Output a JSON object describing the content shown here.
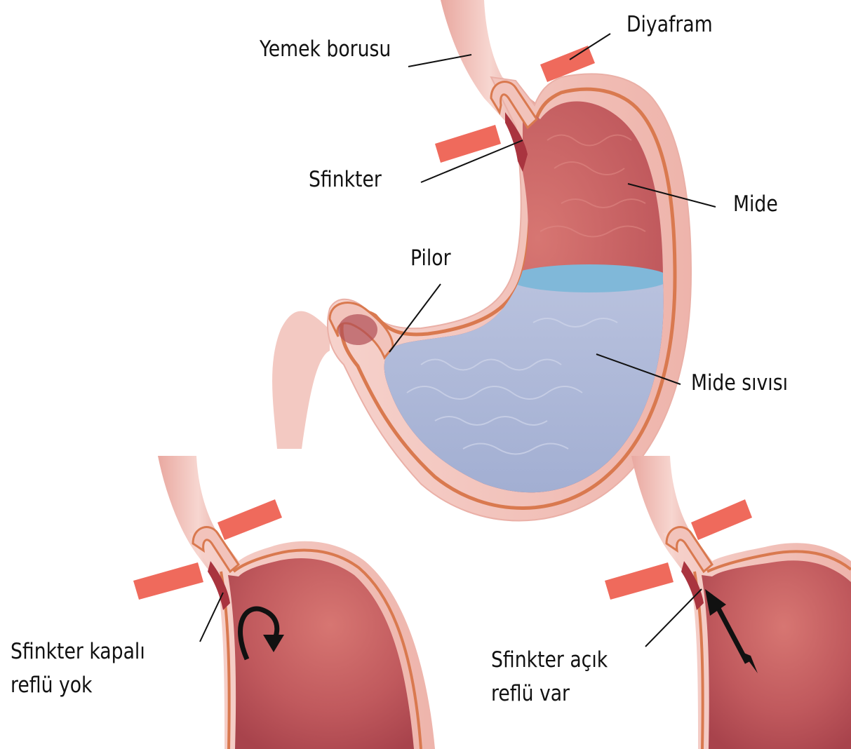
{
  "labels": {
    "esophagus": "Yemek borusu",
    "diaphragm": "Diyafram",
    "sphincter": "Sfinkter",
    "stomach": "Mide",
    "pylorus": "Pilor",
    "gastric_fluid": "Mide sıvısı",
    "closed_sphincter": "Sfinkter kapalı\nreflü yok",
    "open_sphincter": "Sfinkter açık\nreflü var"
  },
  "colors": {
    "tissue_outer": "#f1c0ba",
    "tissue_outline": "#e8a49a",
    "muscle_band": "#d97a52",
    "lining": "#c85d62",
    "interior": "#bd5a5e",
    "diaphragm": "#ef6a5c",
    "fluid_surface": "#7fb7da",
    "fluid_body": "#aab5d4",
    "leader_line": "#111111"
  }
}
